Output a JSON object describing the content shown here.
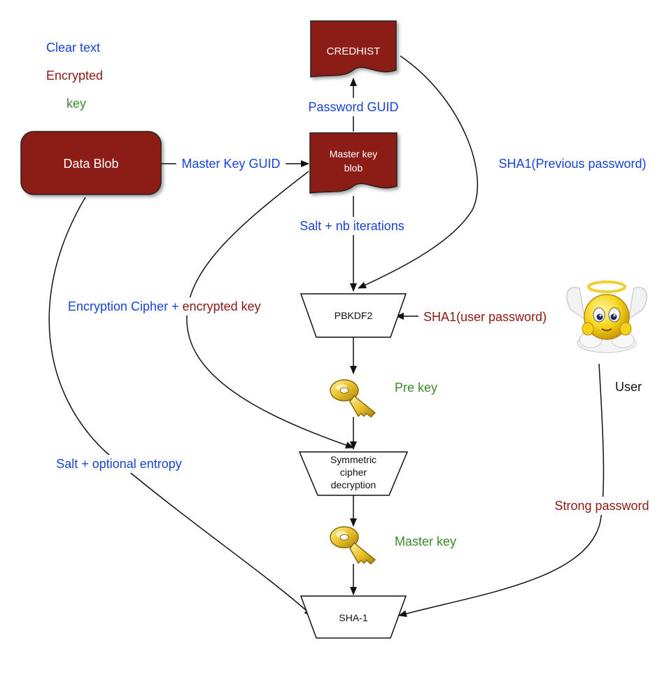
{
  "colors": {
    "clear": "#1a44d6",
    "encrypted": "#8b1a12",
    "key": "#3a8a2a",
    "box_fill": "#8b1f15",
    "line": "#111111"
  },
  "legend": {
    "clear_text": "Clear text",
    "encrypted": "Encrypted",
    "key": "key"
  },
  "nodes": {
    "credhist": "CREDHIST",
    "data_blob": "Data Blob",
    "master_key_blob_line1": "Master key",
    "master_key_blob_line2": "blob",
    "pbkdf2": "PBKDF2",
    "symmetric_line1": "Symmetric",
    "symmetric_line2": "cipher",
    "symmetric_line3": "decryption",
    "sha1": "SHA-1",
    "user": "User",
    "pre_key": "Pre key",
    "master_key": "Master key"
  },
  "edges": {
    "password_guid": "Password GUID",
    "master_key_guid": "Master Key GUID",
    "sha1_previous_password": "SHA1(Previous password)",
    "salt_nb_iterations": "Salt + nb iterations",
    "encryption_cipher": "Encryption Cipher + ",
    "encrypted_key": "encrypted key",
    "sha1_user_password": "SHA1(user password)",
    "salt_optional_entropy": "Salt + optional entropy",
    "strong_password": "Strong password"
  }
}
